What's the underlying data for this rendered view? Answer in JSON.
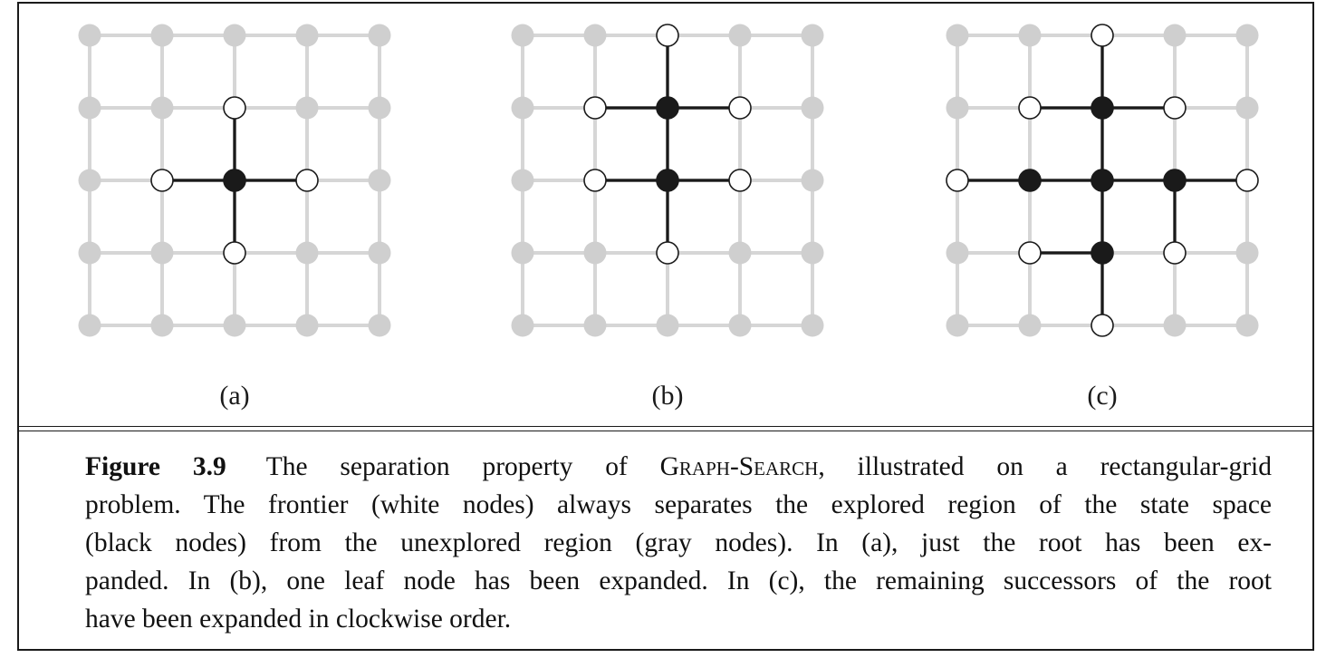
{
  "panels": [
    {
      "id": "a",
      "label": "(a)",
      "black": [
        [
          2,
          2
        ]
      ],
      "white": [
        [
          1,
          2
        ],
        [
          2,
          1
        ],
        [
          3,
          2
        ],
        [
          2,
          3
        ]
      ],
      "edges": [
        [
          [
            2,
            2
          ],
          [
            2,
            1
          ]
        ],
        [
          [
            2,
            2
          ],
          [
            1,
            2
          ]
        ],
        [
          [
            2,
            2
          ],
          [
            3,
            2
          ]
        ],
        [
          [
            2,
            2
          ],
          [
            2,
            3
          ]
        ]
      ]
    },
    {
      "id": "b",
      "label": "(b)",
      "black": [
        [
          2,
          2
        ],
        [
          2,
          1
        ]
      ],
      "white": [
        [
          2,
          0
        ],
        [
          1,
          1
        ],
        [
          3,
          1
        ],
        [
          1,
          2
        ],
        [
          3,
          2
        ],
        [
          2,
          3
        ]
      ],
      "edges": [
        [
          [
            2,
            2
          ],
          [
            2,
            1
          ]
        ],
        [
          [
            2,
            1
          ],
          [
            2,
            0
          ]
        ],
        [
          [
            2,
            1
          ],
          [
            1,
            1
          ]
        ],
        [
          [
            2,
            1
          ],
          [
            3,
            1
          ]
        ],
        [
          [
            2,
            2
          ],
          [
            1,
            2
          ]
        ],
        [
          [
            2,
            2
          ],
          [
            3,
            2
          ]
        ],
        [
          [
            2,
            2
          ],
          [
            2,
            3
          ]
        ]
      ]
    },
    {
      "id": "c",
      "label": "(c)",
      "black": [
        [
          2,
          2
        ],
        [
          2,
          1
        ],
        [
          3,
          2
        ],
        [
          2,
          3
        ],
        [
          1,
          2
        ]
      ],
      "white": [
        [
          2,
          0
        ],
        [
          1,
          1
        ],
        [
          3,
          1
        ],
        [
          0,
          2
        ],
        [
          4,
          2
        ],
        [
          1,
          3
        ],
        [
          3,
          3
        ],
        [
          2,
          4
        ]
      ],
      "edges": [
        [
          [
            2,
            2
          ],
          [
            2,
            1
          ]
        ],
        [
          [
            2,
            1
          ],
          [
            2,
            0
          ]
        ],
        [
          [
            2,
            1
          ],
          [
            1,
            1
          ]
        ],
        [
          [
            2,
            1
          ],
          [
            3,
            1
          ]
        ],
        [
          [
            2,
            2
          ],
          [
            3,
            2
          ]
        ],
        [
          [
            3,
            2
          ],
          [
            4,
            2
          ]
        ],
        [
          [
            3,
            2
          ],
          [
            3,
            3
          ]
        ],
        [
          [
            2,
            2
          ],
          [
            2,
            3
          ]
        ],
        [
          [
            2,
            3
          ],
          [
            1,
            3
          ]
        ],
        [
          [
            2,
            3
          ],
          [
            2,
            4
          ]
        ],
        [
          [
            2,
            2
          ],
          [
            1,
            2
          ]
        ],
        [
          [
            1,
            2
          ],
          [
            0,
            2
          ]
        ]
      ]
    }
  ],
  "colors": {
    "gray_node": "#cfcfcf",
    "gray_edge": "#d6d6d6",
    "black_node": "#1a1a1a",
    "white_node": "#ffffff",
    "node_stroke": "#1a1a1a",
    "dark_edge": "#1a1a1a"
  },
  "caption": {
    "label": "Figure 3.9",
    "line1_pre": "The separation property of ",
    "algorithm": "Graph-Search",
    "line1_post": ", illustrated on a rectangular-grid",
    "line2": "problem. The frontier (white nodes) always separates the explored region of the state space",
    "line3": "(black nodes) from the unexplored region (gray nodes).  In (a), just the root has been ex-",
    "line4": "panded. In (b), one leaf node has been expanded. In (c), the remaining successors of the root",
    "line5": "have been expanded in clockwise order."
  }
}
